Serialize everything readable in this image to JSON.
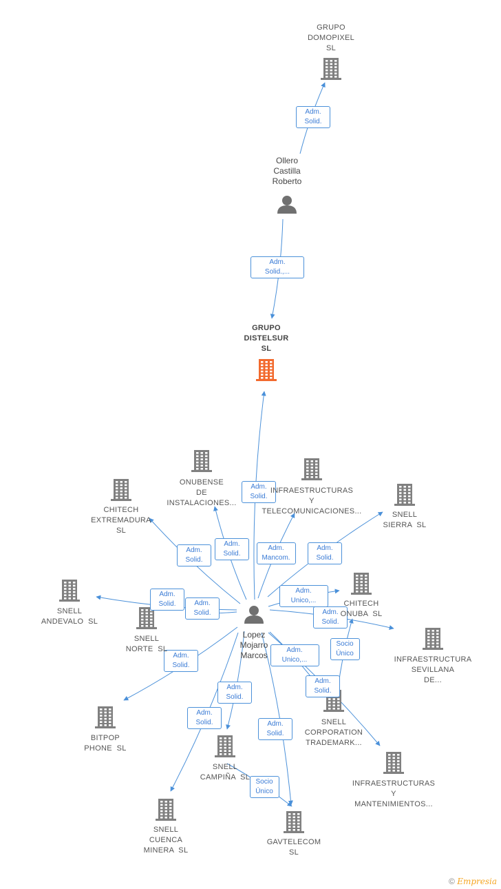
{
  "colors": {
    "edge": "#4a90d9",
    "company": "#808080",
    "main_company": "#f26a2e",
    "person": "#707070"
  },
  "nodes": [
    {
      "id": "grupo_domopixel",
      "type": "company",
      "lines": [
        "GRUPO",
        "DOMOPIXEL",
        "SL"
      ]
    },
    {
      "id": "ollero",
      "type": "person",
      "lines": [
        "Ollero",
        "Castilla",
        "Roberto"
      ]
    },
    {
      "id": "grupo_distelsur",
      "type": "main",
      "lines": [
        "GRUPO",
        "DISTELSUR",
        "SL"
      ]
    },
    {
      "id": "onubense",
      "type": "company",
      "lines": [
        "ONUBENSE",
        "DE",
        "INSTALACIONES..."
      ]
    },
    {
      "id": "infra_telecom",
      "type": "company",
      "lines": [
        "INFRAESTRUCTURAS",
        "Y",
        "TELECOMUNICACIONES..."
      ]
    },
    {
      "id": "chitech_extremadura",
      "type": "company",
      "lines": [
        "CHITECH",
        "EXTREMADURA",
        "SL"
      ]
    },
    {
      "id": "snell_sierra",
      "type": "company",
      "lines": [
        "SNELL",
        "SIERRA  SL"
      ]
    },
    {
      "id": "chitech_onuba",
      "type": "company",
      "lines": [
        "CHITECH",
        "ONUBA  SL"
      ]
    },
    {
      "id": "snell_andevalo",
      "type": "company",
      "lines": [
        "SNELL",
        "ANDEVALO  SL"
      ]
    },
    {
      "id": "snell_norte",
      "type": "company",
      "lines": [
        "SNELL",
        "NORTE  SL"
      ]
    },
    {
      "id": "lopez",
      "type": "person",
      "lines": [
        "Lopez",
        "Mojarro",
        "Marcos"
      ]
    },
    {
      "id": "infra_sevillana",
      "type": "company",
      "lines": [
        "INFRAESTRUCTURA",
        "SEVILLANA",
        "DE..."
      ]
    },
    {
      "id": "bitpop",
      "type": "company",
      "lines": [
        "BITPOP",
        "PHONE  SL"
      ]
    },
    {
      "id": "snell_corporation",
      "type": "company",
      "lines": [
        "SNELL",
        "CORPORATION",
        "TRADEMARK..."
      ]
    },
    {
      "id": "snell_campina",
      "type": "company",
      "lines": [
        "SNELL",
        "CAMPIÑA  SL"
      ]
    },
    {
      "id": "infra_mant",
      "type": "company",
      "lines": [
        "INFRAESTRUCTURAS",
        "Y",
        "MANTENIMIENTOS..."
      ]
    },
    {
      "id": "snell_cuenca",
      "type": "company",
      "lines": [
        "SNELL",
        "CUENCA",
        "MINERA  SL"
      ]
    },
    {
      "id": "gavtelecom",
      "type": "company",
      "lines": [
        "GAVTELECOM",
        "SL"
      ]
    }
  ],
  "edges": [
    {
      "from": "ollero",
      "to": "grupo_domopixel",
      "label": [
        "Adm.",
        "Solid."
      ]
    },
    {
      "from": "ollero",
      "to": "grupo_distelsur",
      "label": [
        "Adm.",
        "Solid.,..."
      ]
    },
    {
      "from": "lopez",
      "to": "grupo_distelsur",
      "label": [
        "Adm.",
        "Solid."
      ]
    },
    {
      "from": "lopez",
      "to": "onubense",
      "label": [
        "Adm.",
        "Solid."
      ]
    },
    {
      "from": "lopez",
      "to": "infra_telecom",
      "label": [
        "Adm.",
        "Mancom."
      ]
    },
    {
      "from": "lopez",
      "to": "chitech_extremadura",
      "label": [
        "Adm.",
        "Solid."
      ]
    },
    {
      "from": "lopez",
      "to": "snell_sierra",
      "label": [
        "Adm.",
        "Solid."
      ]
    },
    {
      "from": "lopez",
      "to": "chitech_onuba",
      "label": [
        "Adm.",
        "Unico,..."
      ]
    },
    {
      "from": "lopez",
      "to": "snell_andevalo",
      "label": [
        "Adm.",
        "Solid."
      ]
    },
    {
      "from": "lopez",
      "to": "snell_norte",
      "label": [
        "Adm.",
        "Solid."
      ]
    },
    {
      "from": "lopez",
      "to": "infra_sevillana",
      "label": [
        "Adm.",
        "Solid."
      ]
    },
    {
      "from": "lopez",
      "to": "bitpop",
      "label": [
        "Adm.",
        "Solid."
      ]
    },
    {
      "from": "lopez",
      "to": "snell_corporation",
      "label": [
        "Adm.",
        "Unico,..."
      ]
    },
    {
      "from": "snell_corporation",
      "to": "chitech_onuba",
      "label": [
        "Socio",
        "Único"
      ]
    },
    {
      "from": "lopez",
      "to": "infra_mant",
      "label": [
        "Adm.",
        "Solid."
      ]
    },
    {
      "from": "lopez",
      "to": "snell_campina",
      "label": [
        "Adm.",
        "Solid."
      ]
    },
    {
      "from": "lopez",
      "to": "snell_cuenca",
      "label": [
        "Adm.",
        "Solid."
      ]
    },
    {
      "from": "lopez",
      "to": "gavtelecom",
      "label": [
        "Adm.",
        "Solid."
      ]
    },
    {
      "from": "snell_campina",
      "to": "gavtelecom",
      "label": [
        "Socio",
        "Único"
      ]
    }
  ],
  "footer": {
    "copyright": "©",
    "brand": "Empresia"
  }
}
